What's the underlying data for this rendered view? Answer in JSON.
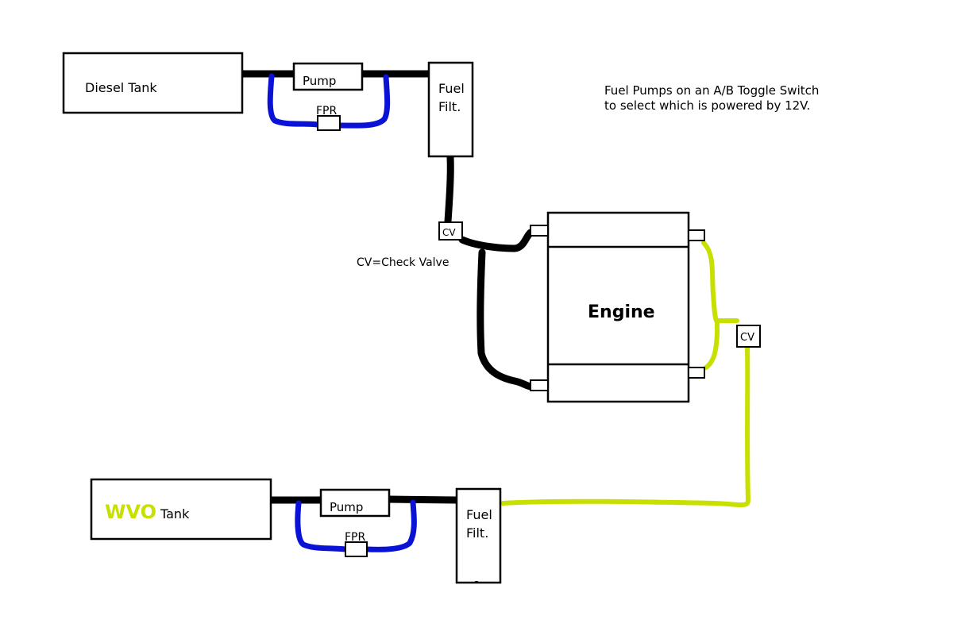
{
  "diagram": {
    "diesel_tank_label": "Diesel Tank",
    "wvo_tank_label_1": "WVO",
    "wvo_tank_label_2": "Tank",
    "pump_label": "Pump",
    "fpr_label": "FPR",
    "fuel_filter_line1": "Fuel",
    "fuel_filter_line2": "Filt.",
    "check_valve_label": "CV",
    "engine_label": "Engine",
    "cv_note": "CV=Check Valve",
    "note_line1": "Fuel Pumps on an A/B Toggle Switch",
    "note_line2": "to select which is powered by 12V."
  },
  "colors": {
    "diesel_line": "#000000",
    "return_line": "#0a12d6",
    "wvo_line": "#c8e000",
    "wvo_text": "#c8e000"
  }
}
